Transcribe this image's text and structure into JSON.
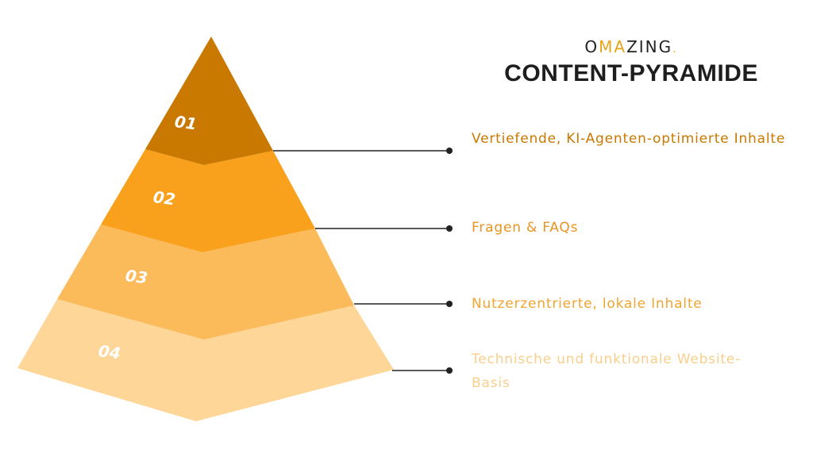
{
  "brand": {
    "logo_text": "OMAZING",
    "title": "CONTENT-PYRAMIDE"
  },
  "tiers": [
    {
      "number": "01",
      "label": "Vertiefende, KI-Agenten-optimierte Inhalte",
      "color": "#c97800",
      "text_color": "#c97800"
    },
    {
      "number": "02",
      "label": "Fragen & FAQs",
      "color": "#f9a11c",
      "text_color": "#e89420"
    },
    {
      "number": "03",
      "label": "Nutzerzentrierte, lokale Inhalte",
      "color": "#fbbb5b",
      "text_color": "#f0a531"
    },
    {
      "number": "04",
      "label": "Technische und funktionale Website-Basis",
      "color": "#fdd698",
      "text_color": "#f8cf8b"
    }
  ],
  "colors": {
    "connector": "#222222",
    "accent": "#e8a51c"
  }
}
